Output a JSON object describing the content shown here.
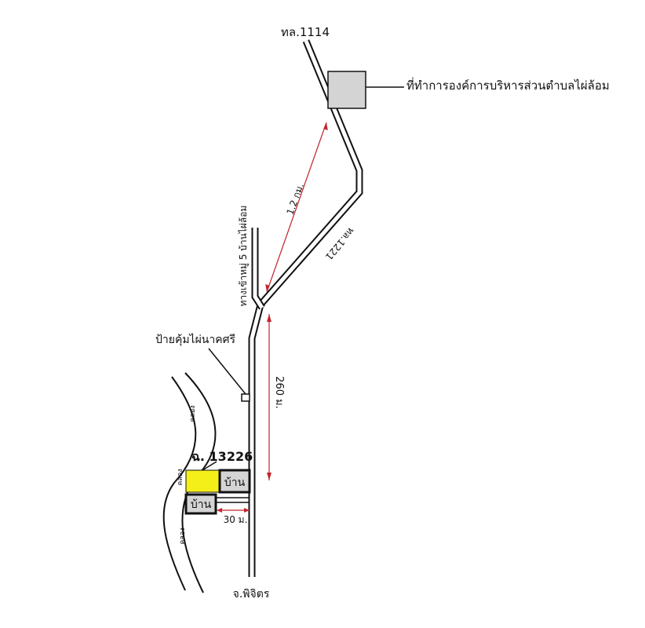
{
  "labels": {
    "road_1114": "ทล.1114",
    "sao_office": "ที่ทำการองค์การบริหารส่วนตำบลไผ่ล้อม",
    "dist_12km": "1.2 กม.",
    "road_1221": "ทล.1221",
    "branch_moo5": "ทางเข้าหมู่ 5 บ้านไผ่ล้อม",
    "sign_label": "ป้ายคุ้มไผ่นาคศรี",
    "dist_260": "260 ม.",
    "klong_1": "คลอง",
    "klong_2": "คลอง",
    "klong_3": "คลอง",
    "deed_number": "ฉ. 13226",
    "house_1": "บ้าน",
    "house_2": "บ้าน",
    "dist_30": "30 ม.",
    "to_phichit": "จ.พิจิตร"
  },
  "colors": {
    "plot": "#f5ef19",
    "building": "#d4d4d4",
    "dimension": "#c0262c",
    "line": "#111111"
  }
}
